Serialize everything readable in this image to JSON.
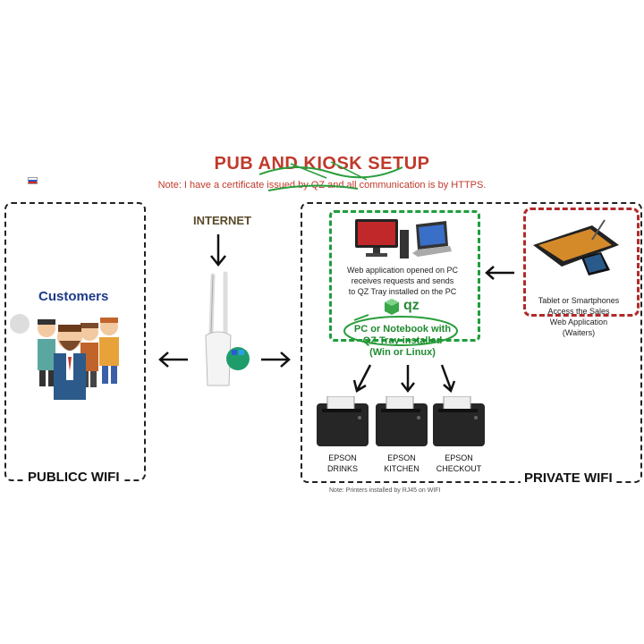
{
  "title": "PUB AND KIOSK SETUP",
  "note": "Note: I have a certificate issued by QZ and all communication is by HTTPS.",
  "internet_label": "INTERNET",
  "public_zone": {
    "label": "PUBLICC WIFI",
    "customers_label": "Customers"
  },
  "private_zone": {
    "label": "PRIVATE WIFI",
    "pc_box": {
      "description": [
        "Web application opened on PC",
        "receives requests and sends",
        "to QZ Tray installed on the PC"
      ],
      "qz_logo_text": "qz",
      "pc_label": [
        "PC or Notebook with",
        "QZ Tray installed",
        "(Win or Linux)"
      ]
    },
    "tablet_box": {
      "description": [
        "Tablet or Smartphones",
        "Access the Sales",
        "Web Application",
        "(Waiters)"
      ]
    },
    "printers": [
      {
        "brand": "EPSON",
        "name": "DRINKS"
      },
      {
        "brand": "EPSON",
        "name": "KITCHEN"
      },
      {
        "brand": "EPSON",
        "name": "CHECKOUT"
      }
    ],
    "footnote": "Note: Printers installed by RJ45 on WIFI"
  },
  "colors": {
    "accent_red": "#c0392b",
    "green": "#1f9d3b",
    "navy": "#1d3a8a"
  }
}
